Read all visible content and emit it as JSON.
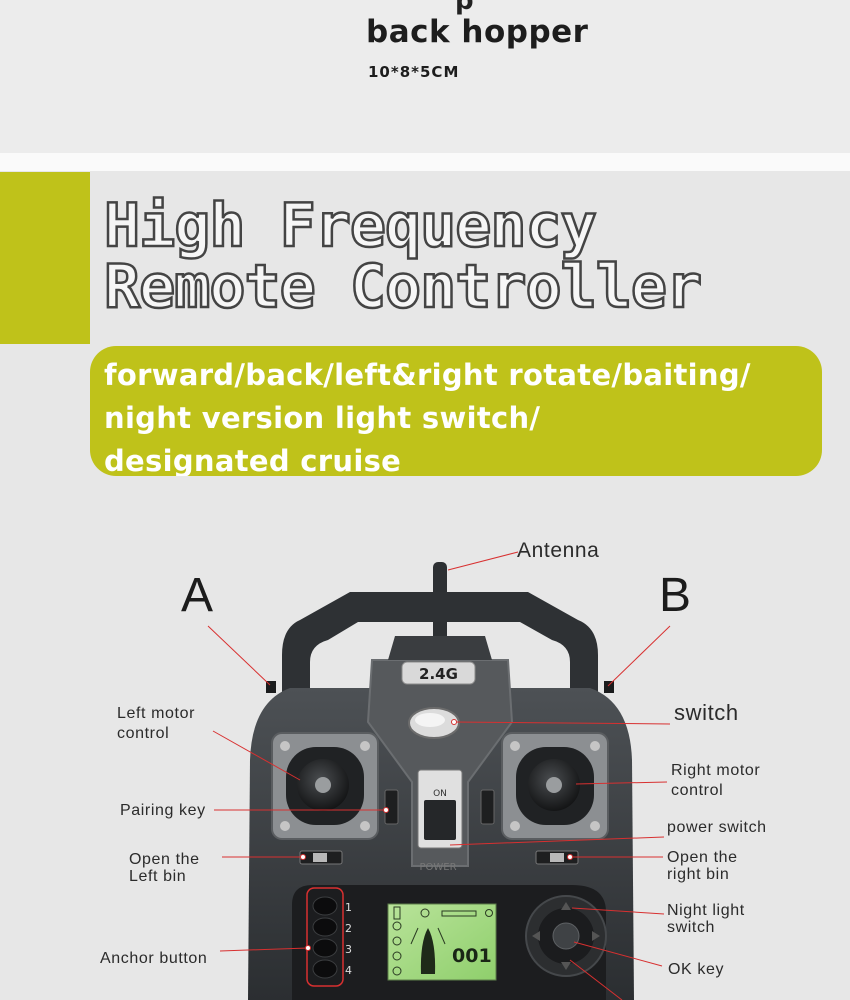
{
  "product": {
    "title": "back hopper",
    "size": "10*8*5CM"
  },
  "heading": {
    "line1": "High Frequency",
    "line2": "Remote Controller"
  },
  "features": [
    "forward/back/left&right rotate/baiting/",
    "night version light switch/",
    "designated cruise"
  ],
  "remote": {
    "model_badge": "2.4G",
    "power_on_label": "ON",
    "power_label": "POWER",
    "display_value": "001",
    "slot_numbers": [
      "1",
      "2",
      "3",
      "4"
    ]
  },
  "callouts": {
    "antenna": "Antenna",
    "a": "A",
    "b": "B",
    "switch": "switch",
    "left_motor": [
      "Left motor",
      "control"
    ],
    "right_motor": [
      "Right motor",
      "control"
    ],
    "pairing": "Pairing key",
    "power_switch": "power switch",
    "open_left": [
      "Open the",
      "Left bin"
    ],
    "open_right": [
      "Open the",
      "right bin"
    ],
    "night_light": [
      "Night light",
      "switch"
    ],
    "anchor": "Anchor button",
    "ok": "OK key"
  },
  "colors": {
    "accent": "#bfc21a",
    "callout_line": "#d83030"
  }
}
